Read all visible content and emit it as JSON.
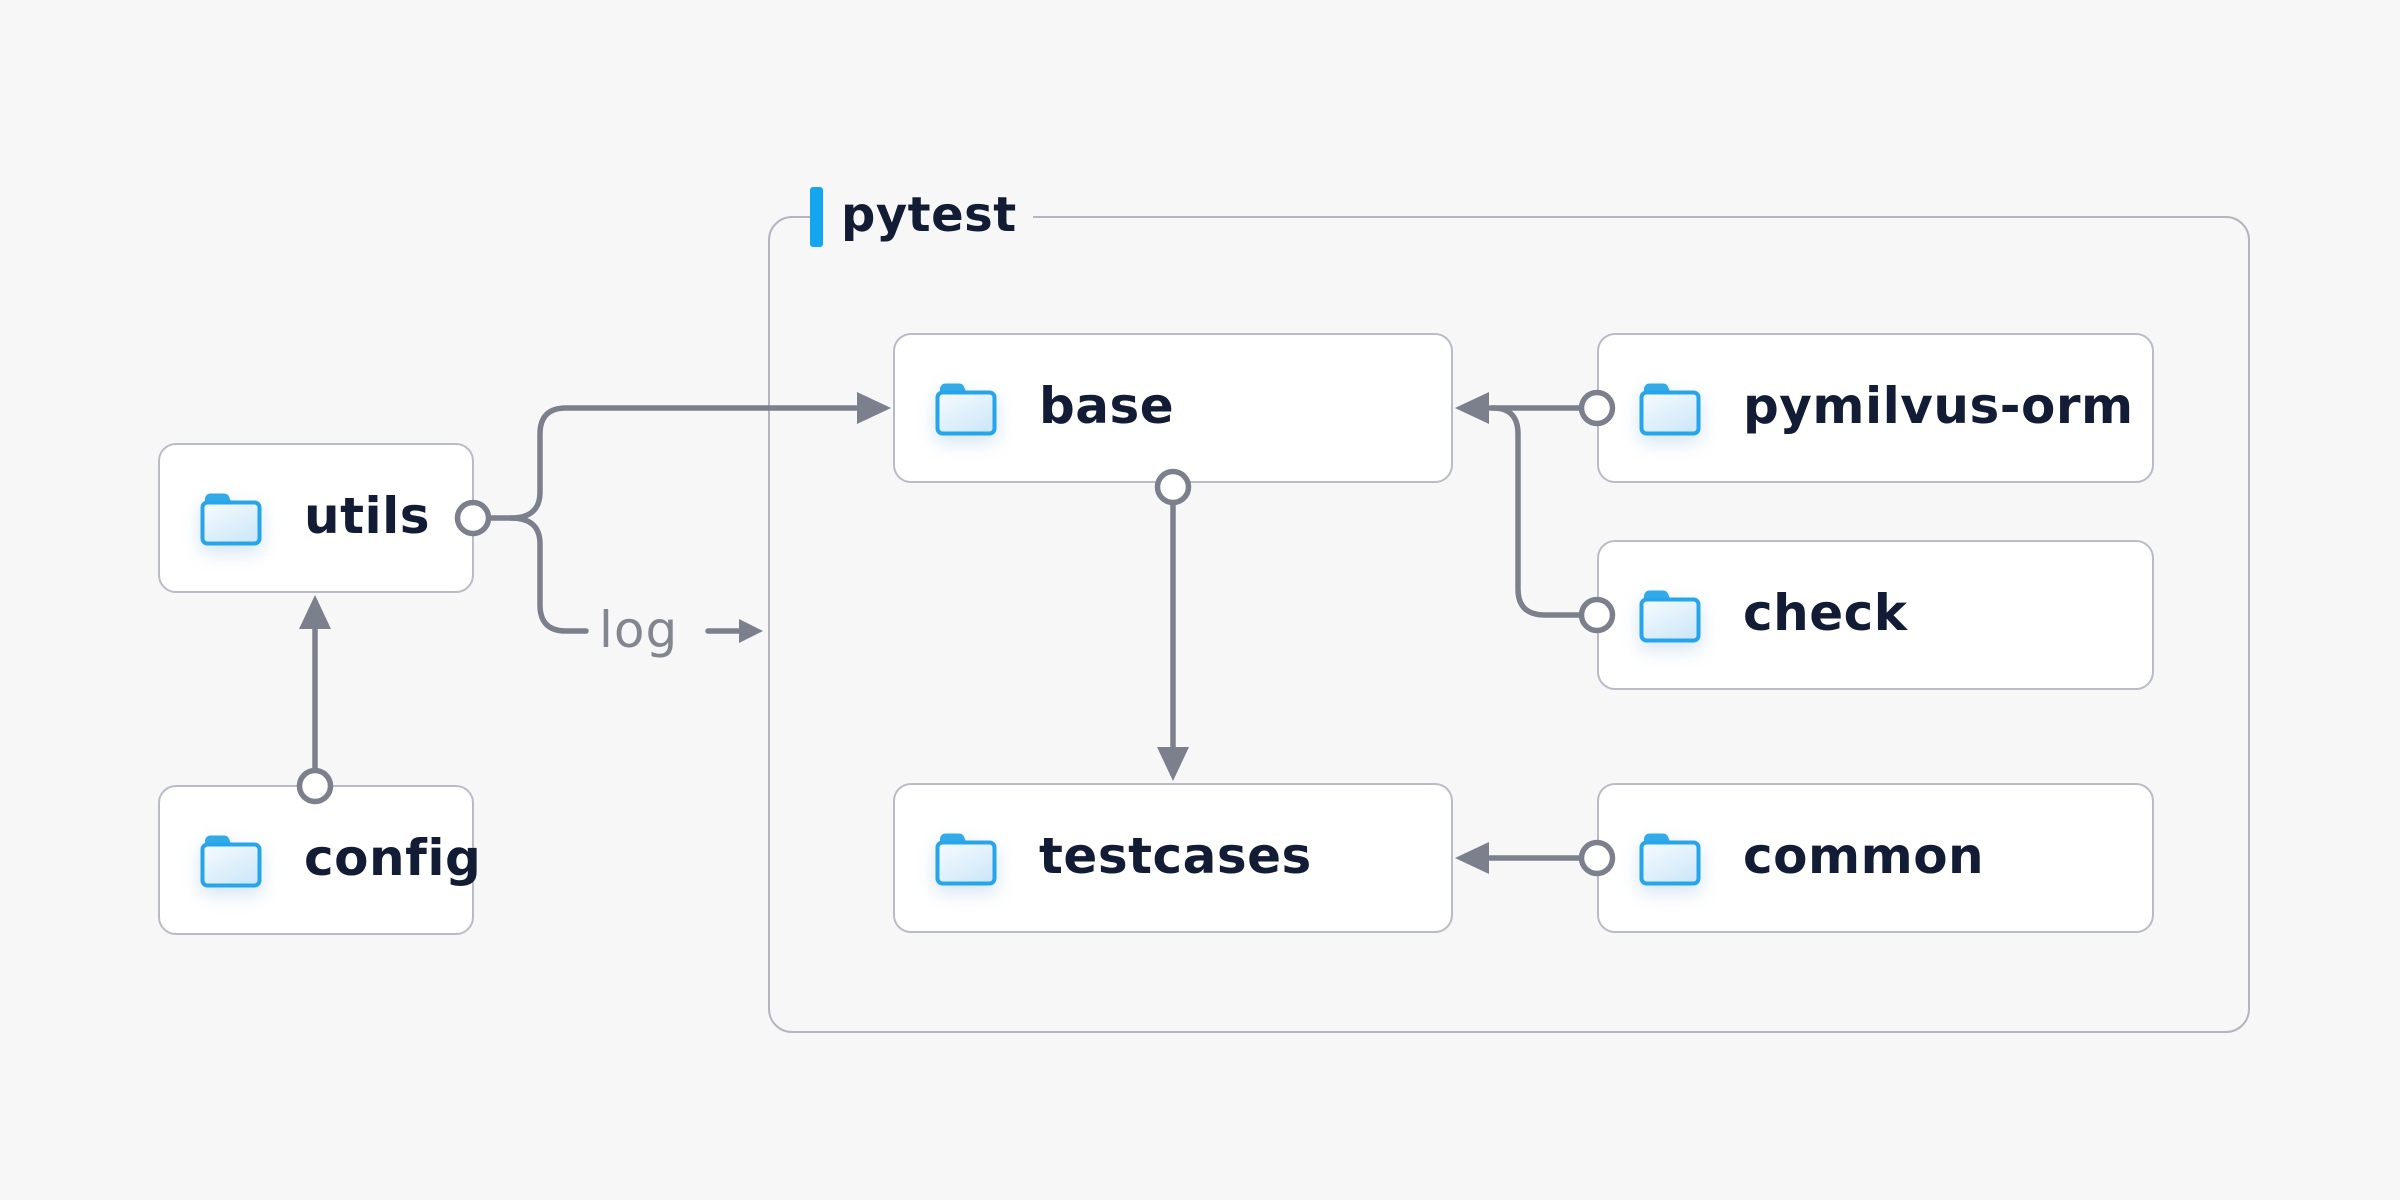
{
  "container": {
    "label": "pytest"
  },
  "nodes": [
    {
      "id": "utils",
      "label": "utils"
    },
    {
      "id": "config",
      "label": "config"
    },
    {
      "id": "base",
      "label": "base"
    },
    {
      "id": "pymilvus-orm",
      "label": "pymilvus-orm"
    },
    {
      "id": "check",
      "label": "check"
    },
    {
      "id": "testcases",
      "label": "testcases"
    },
    {
      "id": "common",
      "label": "common"
    }
  ],
  "edges": [
    {
      "from": "config",
      "to": "utils",
      "type": "arrow"
    },
    {
      "from": "utils",
      "to": "base",
      "type": "arrow"
    },
    {
      "from": "utils",
      "to": "pytest",
      "type": "arrow",
      "label": "log"
    },
    {
      "from": "pymilvus-orm",
      "to": "base",
      "type": "arrow"
    },
    {
      "from": "check",
      "to": "base",
      "type": "arrow"
    },
    {
      "from": "base",
      "to": "testcases",
      "type": "arrow"
    },
    {
      "from": "common",
      "to": "testcases",
      "type": "arrow"
    }
  ],
  "colors": {
    "background": "#f7f7f8",
    "node_bg": "#ffffff",
    "node_border": "#b9bcc7",
    "container_border": "#b3b6c1",
    "connector": "#7b808c",
    "accent_blue": "#14a7f0",
    "folder_stroke_blue": "#27a5ea",
    "folder_tab_blue": "#33aae8",
    "folder_fill": "#e9f4fc",
    "text_dark": "#131c35",
    "text_muted": "#82868f"
  }
}
